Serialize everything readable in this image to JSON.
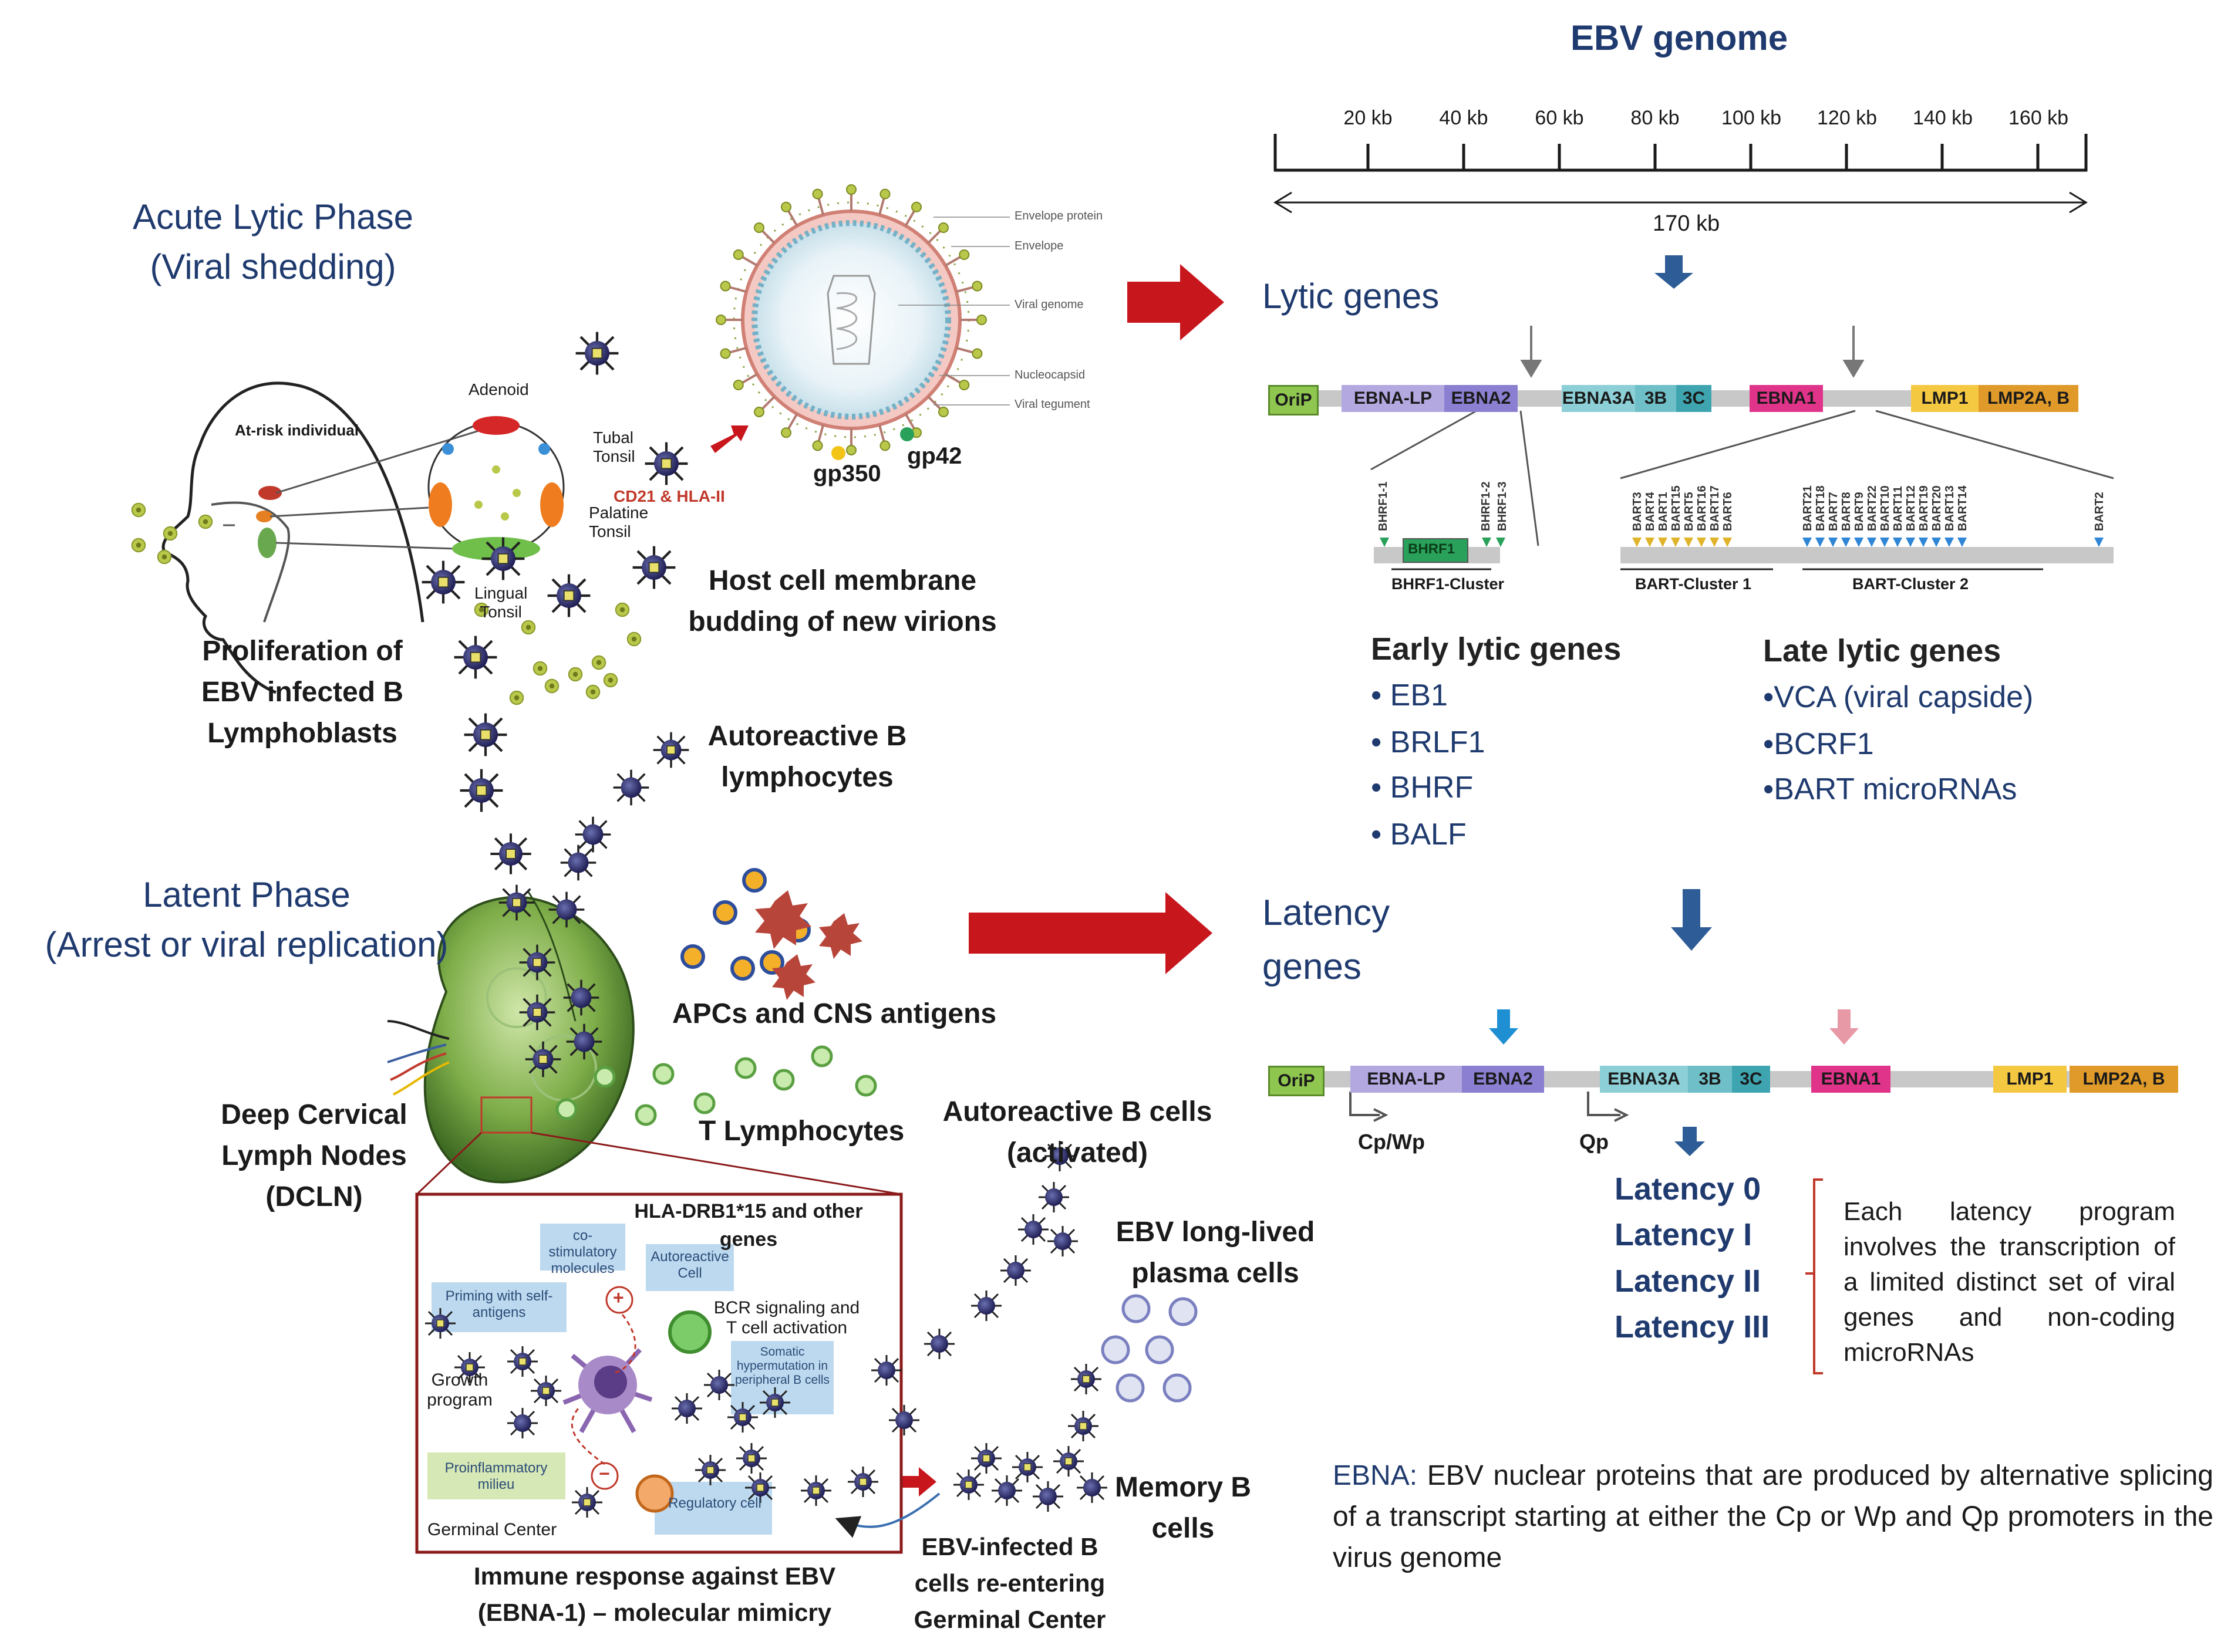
{
  "genome": {
    "title": "EBV genome",
    "ticks": [
      "20 kb",
      "40 kb",
      "60 kb",
      "80 kb",
      "100 kb",
      "120 kb",
      "140 kb",
      "160 kb"
    ],
    "length": "170 kb"
  },
  "left": {
    "acute_title_1": "Acute Lytic Phase",
    "acute_title_2": "(Viral shedding)",
    "latent_title_1": "Latent Phase",
    "latent_title_2": "(Arrest or viral replication)",
    "at_risk": "At-risk individual",
    "adenoid": "Adenoid",
    "tubal_tonsil": "Tubal Tonsil",
    "palatine_tonsil": "Palatine Tonsil",
    "lingual_tonsil": "Lingual Tonsil",
    "cd21": "CD21 & HLA-II",
    "gp350": "gp350",
    "gp42": "gp42",
    "virion_labels": [
      "Envelope protein",
      "Envelope",
      "Viral genome",
      "Nucleocapsid",
      "Viral tegument"
    ],
    "host_budding": "Host cell membrane budding of new virions",
    "proliferation": "Proliferation of EBV infected B Lymphoblasts",
    "autoreactive_b": "Autoreactive B lymphocytes",
    "apcs": "APCs and CNS antigens",
    "t_lymph": "T Lymphocytes",
    "dcln": "Deep Cervical Lymph Nodes (DCLN)",
    "autoreactive_b_cells": "Autoreactive B cells (activated)",
    "plasma": "EBV long-lived plasma cells",
    "memory": "Memory B cells",
    "reentering": "EBV-infected B cells re-entering Germinal Center",
    "immune_response": "Immune response against EBV (EBNA-1) – molecular mimicry"
  },
  "inset": {
    "hla": "HLA-DRB1*15 and other genes",
    "costim": "co-stimulatory molecules",
    "autoreactive_cell": "Autoreactive Cell",
    "priming": "Priming with self-antigens",
    "bcr": "BCR signaling and T cell activation",
    "somatic": "Somatic hypermutation in peripheral B cells",
    "growth": "Growth program",
    "proinflammatory": "Proinflammatory milieu",
    "regulatory": "Regulatory cell",
    "germinal": "Germinal Center",
    "plus": "+",
    "minus": "−"
  },
  "lytic": {
    "title": "Lytic genes",
    "bar": [
      "OriP",
      "EBNA-LP",
      "EBNA2",
      "EBNA3A",
      "3B",
      "3C",
      "EBNA1",
      "LMP1",
      "LMP2A, B"
    ],
    "bhrf_genes": [
      "BHRF1-1",
      "BHRF1-2",
      "BHRF1-3"
    ],
    "bhrf_box": "BHRF1",
    "bhrf_cluster": "BHRF1-Cluster",
    "bart_cluster_1": "BART-Cluster 1",
    "bart_cluster_2": "BART-Cluster 2",
    "bart_c1": [
      "BART3",
      "BART4",
      "BART1",
      "BART15",
      "BART5",
      "BART16",
      "BART17",
      "BART6"
    ],
    "bart_c2": [
      "BART21",
      "BART18",
      "BART7",
      "BART8",
      "BART9",
      "BART22",
      "BART10",
      "BART11",
      "BART12",
      "BART19",
      "BART20",
      "BART13",
      "BART14"
    ],
    "bart_last": "BART2",
    "early_title": "Early lytic genes",
    "early": [
      "• EB1",
      "• BRLF1",
      "• BHRF",
      "• BALF"
    ],
    "late_title": "Late lytic genes",
    "late": [
      "•VCA (viral capside)",
      "•BCRF1",
      "•BART microRNAs"
    ]
  },
  "latency": {
    "title_1": "Latency",
    "title_2": "genes",
    "bar": [
      "OriP",
      "EBNA-LP",
      "EBNA2",
      "EBNA3A",
      "3B",
      "3C",
      "EBNA1",
      "LMP1",
      "LMP2A, B"
    ],
    "cp": "Cp/Wp",
    "qp": "Qp",
    "levels": [
      "Latency 0",
      "Latency I",
      "Latency II",
      "Latency III"
    ],
    "desc": "Each latency program involves the transcription of a limited distinct set of viral genes and non-coding microRNAs",
    "footnote_key": "EBNA:",
    "footnote": " EBV nuclear proteins that are produced by alternative splicing of a transcript starting at either the Cp or Wp and Qp promoters in the virus genome"
  },
  "colors": {
    "navy": "#1f3a6e",
    "arrow_red": "#c8161d",
    "arrow_blue": "#2e5c96",
    "orip": "#8fc64f",
    "ebna_lp": "#b3a8e0",
    "ebna2": "#8a7fd0",
    "ebna3": "#8ccfd6",
    "ebna1": "#e0338a",
    "lmp1": "#f5c842",
    "lmp2": "#e09a2a"
  }
}
